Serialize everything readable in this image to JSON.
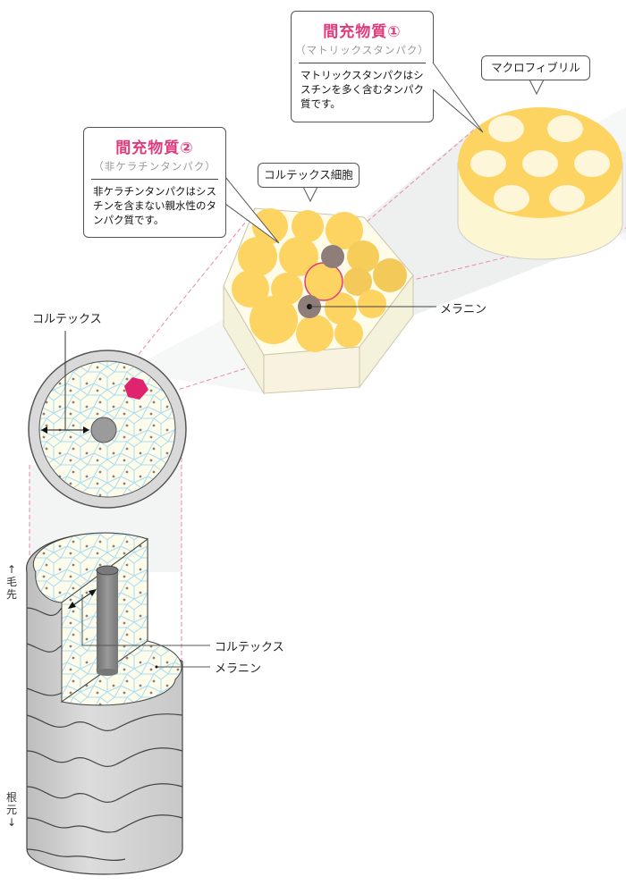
{
  "callout1": {
    "title": "間充物質①",
    "subtitle": "（マトリックスタンパク）",
    "body": "マトリックスタンパクはシスチンを多く含むタンパク質です。"
  },
  "callout2": {
    "title": "間充物質②",
    "subtitle": "（非ケラチンタンパク）",
    "body": "非ケラチンタンパクはシスチンを含まない親水性のタンパク質です。"
  },
  "labels": {
    "macrofibril": "マクロフィブリル",
    "cortex_cell": "コルテックス細胞",
    "melanin_hex": "メラニン",
    "cortex_cross": "コルテックス",
    "cortex_cyl": "コルテックス",
    "melanin_cyl": "メラニン",
    "tip": "↑毛先",
    "root": "根元↓"
  },
  "colors": {
    "fibril": "#fdd462",
    "melanin": "#8e7d78",
    "accent": "#e03a7c",
    "cuticle": "#d6d6d6",
    "cortex": "#fdfbea",
    "cell_line": "#a8dcf4"
  }
}
